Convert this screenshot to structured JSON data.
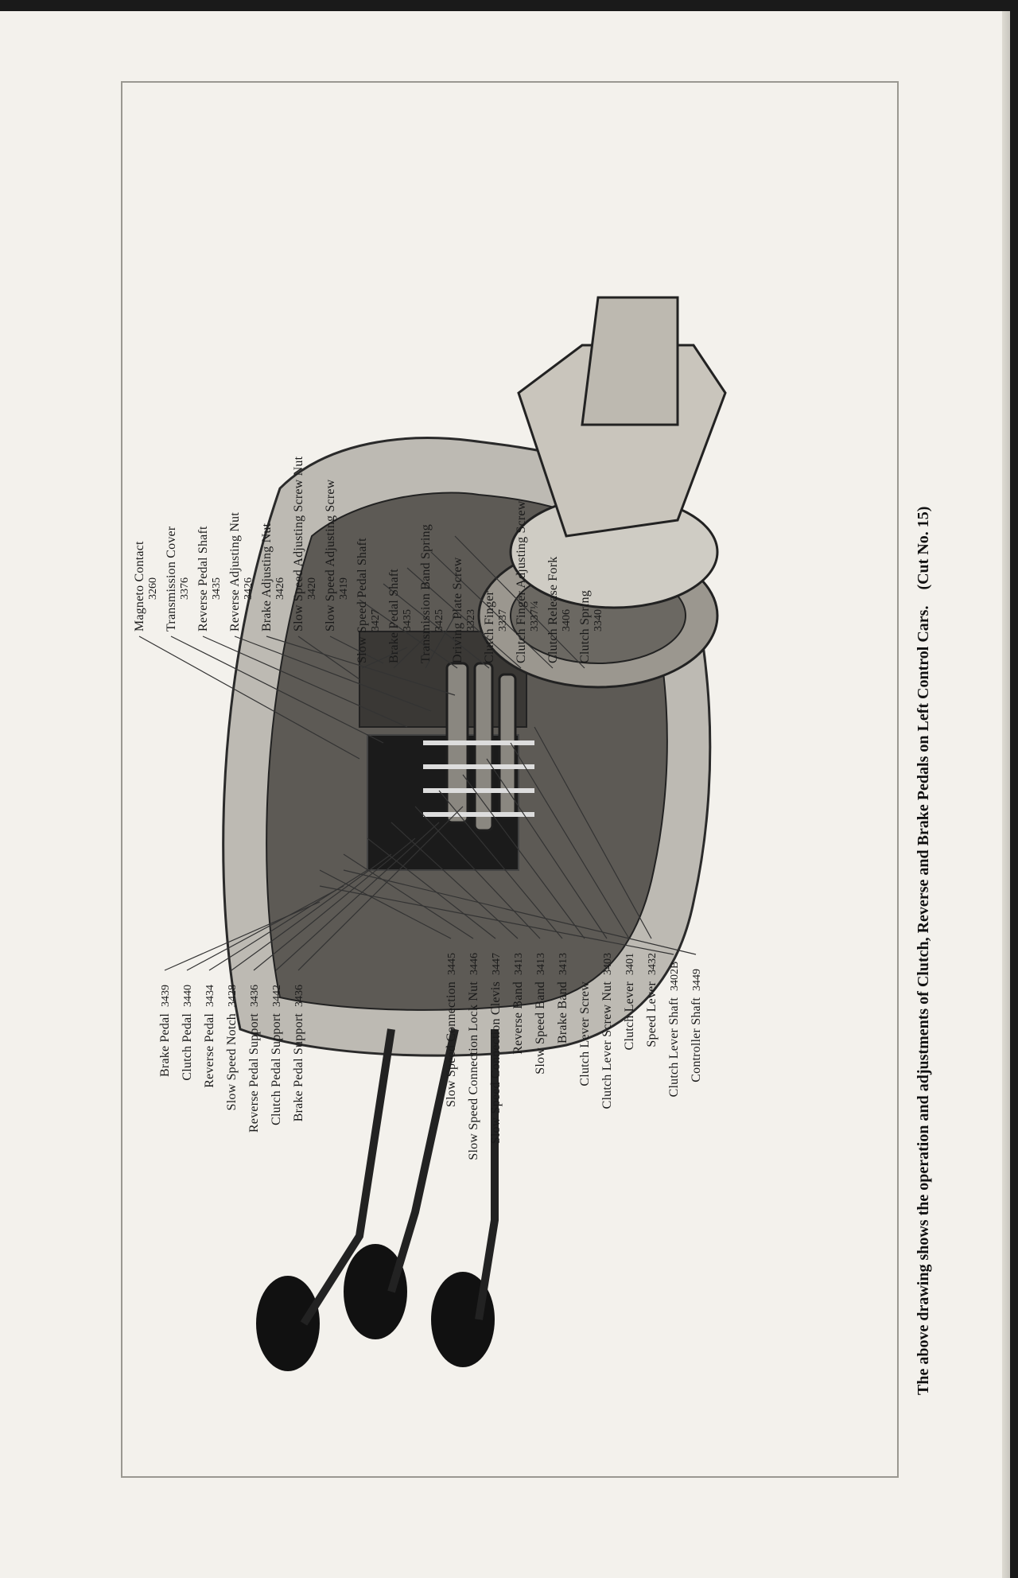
{
  "caption": {
    "part1": "The above drawing shows the operation and adjustments of Clutch, Reverse and Brake Pedals on ",
    "bold_part": "Left Control Cars.",
    "part2": "    (Cut No. 15)"
  },
  "top_labels": [
    {
      "name": "Magneto Contact",
      "num": "3260"
    },
    {
      "name": "Transmission Cover",
      "num": "3376"
    },
    {
      "name": "Reverse Pedal Shaft",
      "num": "3435"
    },
    {
      "name": "Reverse Adjusting Nut",
      "num": "3426"
    },
    {
      "name": "Brake Adjusting Nut",
      "num": "3426"
    },
    {
      "name": "Slow Speed Adjusting Screw Nut",
      "num": "3420"
    },
    {
      "name": "Slow Speed Adjusting Screw",
      "num": "3419"
    },
    {
      "name": "Slow Speed Pedal Shaft",
      "num": "3427"
    },
    {
      "name": "Brake Pedal Shaft",
      "num": "3435"
    },
    {
      "name": "Transmission Band Spring",
      "num": "3425"
    },
    {
      "name": "Driving Plate Screw",
      "num": "3323"
    },
    {
      "name": "Clutch Finger",
      "num": "3337"
    },
    {
      "name": "Clutch Finger Adjusting Screw",
      "num": "3337¼"
    },
    {
      "name": "Clutch Release Fork",
      "num": "3406"
    },
    {
      "name": "Clutch Spring",
      "num": "3340"
    }
  ],
  "bottom_labels_group1": [
    {
      "name": "Brake Pedal",
      "num": "3439"
    },
    {
      "name": "Clutch Pedal",
      "num": "3440"
    },
    {
      "name": "Reverse Pedal",
      "num": "3434"
    },
    {
      "name": "Slow Speed Notch",
      "num": "3428"
    },
    {
      "name": "Reverse Pedal Support",
      "num": "3436"
    },
    {
      "name": "Clutch Pedal Support",
      "num": "3442"
    },
    {
      "name": "Brake Pedal Support",
      "num": "3436"
    }
  ],
  "bottom_labels_group2": [
    {
      "name": "Slow Speed Connection",
      "num": "3445"
    },
    {
      "name": "Slow Speed Connection Lock Nut",
      "num": "3446"
    },
    {
      "name": "Slow Speed Connection Clevis",
      "num": "3447"
    },
    {
      "name": "Reverse Band",
      "num": "3413"
    },
    {
      "name": "Slow Speed Band",
      "num": "3413"
    },
    {
      "name": "Brake Band",
      "num": "3413"
    },
    {
      "name": "Clutch Lever Screw",
      "num": ""
    },
    {
      "name": "Clutch Lever Screw Nut",
      "num": "3403"
    },
    {
      "name": "Clutch Lever",
      "num": "3401"
    },
    {
      "name": "Speed Lever",
      "num": "3432"
    }
  ],
  "bottom_labels_group3": [
    {
      "name": "Clutch Lever Shaft",
      "num": "3402B"
    },
    {
      "name": "Controller Shaft",
      "num": "3449"
    }
  ]
}
